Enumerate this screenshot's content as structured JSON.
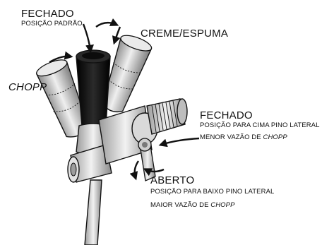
{
  "labels": {
    "closed_default_title": "FECHADO",
    "closed_default_sub": "POSIÇÃO PADRÃO",
    "cream_foam": "CREME/ESPUMA",
    "chopp": "CHOPP",
    "closed_side_title": "FECHADO",
    "closed_side_line1": "POSIÇÃO PARA CIMA PINO LATERAL",
    "closed_side_line2_prefix": "MENOR VAZÃO DE ",
    "closed_side_line2_em": "CHOPP",
    "open_title": "ABERTO",
    "open_line1": "POSIÇÃO PARA BAIXO  PINO LATERAL",
    "open_line2_prefix": "MAIOR VAZÃO DE ",
    "open_line2_em": "CHOPP"
  },
  "colors": {
    "ink": "#111111",
    "handle_light": "#d8d8d8",
    "handle_mid": "#9a9a9a",
    "handle_dark": "#141414",
    "metal_light": "#e6e6e6",
    "metal_dark": "#7a7a7a"
  },
  "icons": [
    "curved-arrow-icon"
  ]
}
